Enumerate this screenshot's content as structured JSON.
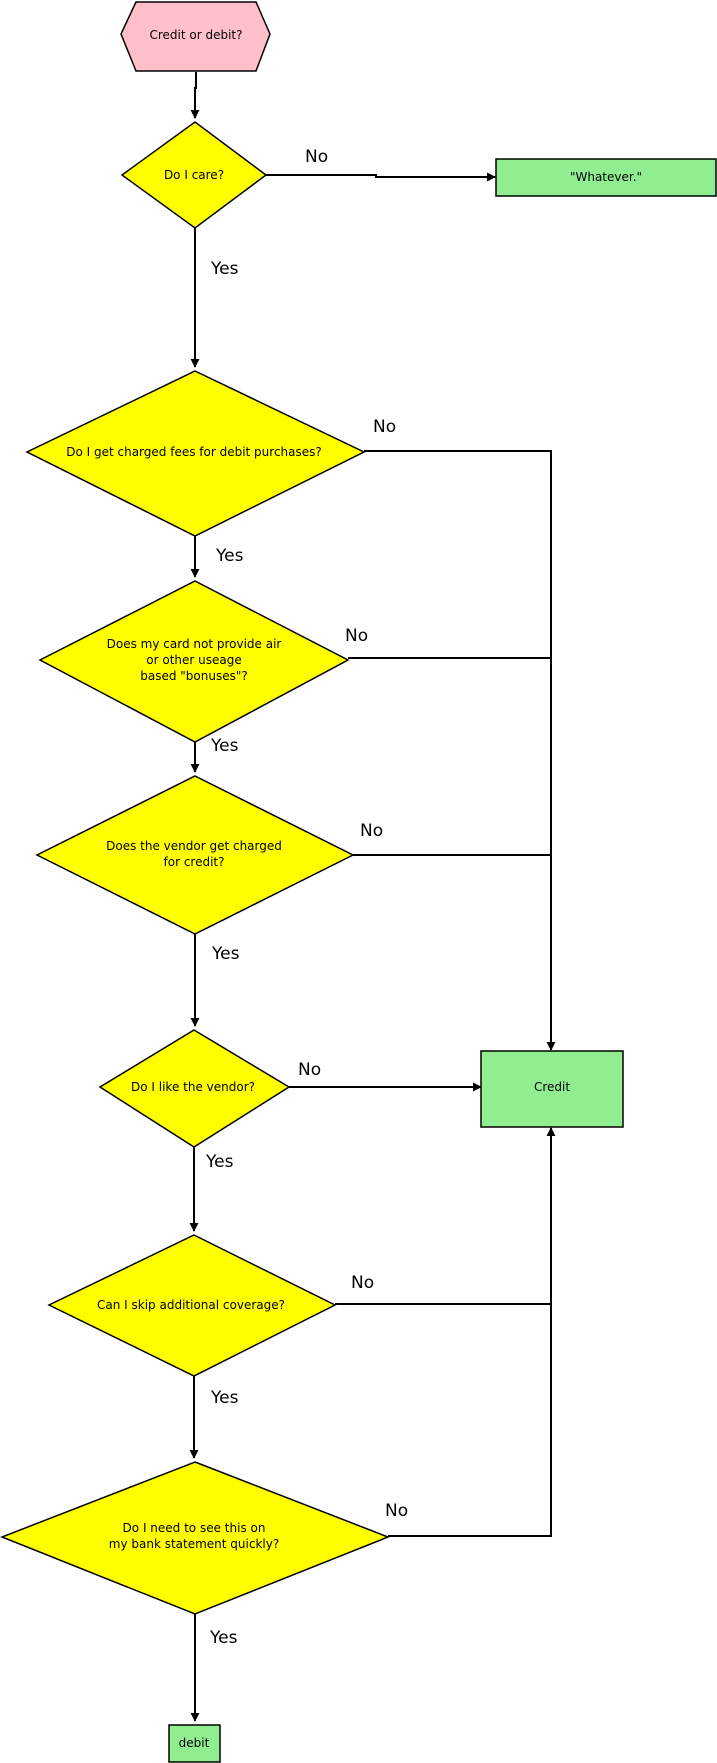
{
  "colors": {
    "start": "#ffc0cb",
    "decision": "#ffff00",
    "terminal": "#90ee90",
    "line": "#000000"
  },
  "nodes": {
    "start": {
      "lines": [
        "Credit or debit?"
      ]
    },
    "q_care": {
      "lines": [
        "Do I care?"
      ]
    },
    "whatever": {
      "lines": [
        "\"Whatever.\""
      ]
    },
    "q_fees": {
      "lines": [
        "Do I get charged fees for debit purchases?"
      ]
    },
    "q_bonuses": {
      "lines": [
        "Does my card not provide air",
        "or other useage",
        "based \"bonuses\"?"
      ]
    },
    "q_vendor_charged": {
      "lines": [
        "Does the vendor get charged",
        "for credit?"
      ]
    },
    "q_like_vendor": {
      "lines": [
        "Do I like the vendor?"
      ]
    },
    "q_coverage": {
      "lines": [
        "Can I skip additional coverage?"
      ]
    },
    "q_statement": {
      "lines": [
        "Do I need to see this on",
        "my bank statement quickly?"
      ]
    },
    "credit": {
      "lines": [
        "Credit"
      ]
    },
    "debit": {
      "lines": [
        "debit"
      ]
    }
  },
  "edge_labels": {
    "care_no": "No",
    "care_yes": "Yes",
    "fees_no": "No",
    "fees_yes": "Yes",
    "bonuses_no": "No",
    "bonuses_yes": "Yes",
    "vendor_charged_no": "No",
    "vendor_charged_yes": "Yes",
    "like_vendor_no": "No",
    "like_vendor_yes": "Yes",
    "coverage_no": "No",
    "coverage_yes": "Yes",
    "statement_no": "No",
    "statement_yes": "Yes"
  }
}
